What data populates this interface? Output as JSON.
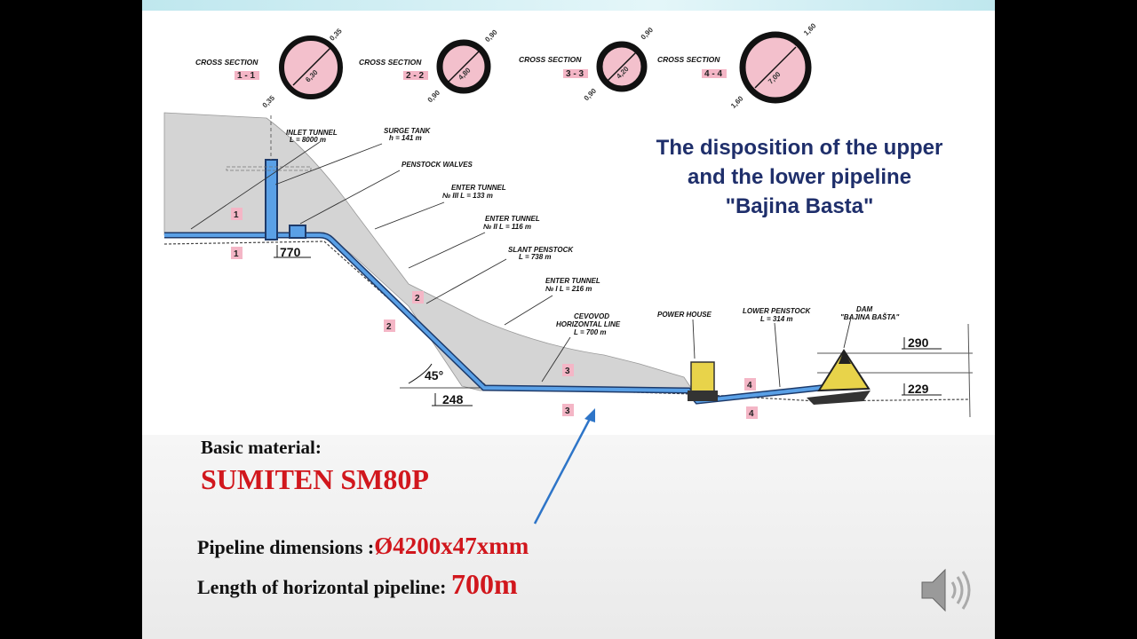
{
  "slide": {
    "title_lines": [
      "The disposition of the upper",
      "and the lower pipeline",
      "\"Bajina Basta\""
    ],
    "basic_material_label": "Basic material:",
    "basic_material_value": "SUMITEN SM80P",
    "pipeline_dimensions_label": "Pipeline dimensions :",
    "pipeline_dimensions_value": "Ø4200x47xmm",
    "horizontal_length_label": "Length of horizontal pipeline: ",
    "horizontal_length_value": "700m"
  },
  "cross_sections": [
    {
      "label": "CROSS SECTION",
      "id": "1 - 1",
      "diameter": "6,30",
      "thickness_top": "0,35",
      "thickness_bottom": "0,35"
    },
    {
      "label": "CROSS SECTION",
      "id": "2 - 2",
      "diameter": "4,80",
      "thickness_top": "0,90",
      "thickness_bottom": "0,90"
    },
    {
      "label": "CROSS SECTION",
      "id": "3 - 3",
      "diameter": "4,20",
      "thickness_top": "0,90",
      "thickness_bottom": "0,90"
    },
    {
      "label": "CROSS SECTION",
      "id": "4 - 4",
      "diameter": "7,00",
      "thickness_top": "1,60",
      "thickness_bottom": "1,60"
    }
  ],
  "diagram": {
    "labels": {
      "inlet_tunnel": "INLET TUNNEL",
      "inlet_tunnel_len": "L = 8000 m",
      "surge_tank": "SURGE TANK",
      "surge_tank_h": "h = 141 m",
      "penstock_valves": "PENSTOCK WALVES",
      "enter_tunnel_3": "ENTER TUNNEL",
      "enter_tunnel_3_info": "№ III   L = 133 m",
      "enter_tunnel_2": "ENTER TUNNEL",
      "enter_tunnel_2_info": "№ II   L = 116 m",
      "slant_penstock": "SLANT PENSTOCK",
      "slant_penstock_len": "L = 738 m",
      "enter_tunnel_1": "ENTER TUNNEL",
      "enter_tunnel_1_info": "№ I   L = 216 m",
      "cevovod": "CEVOVOD",
      "horizontal_line": "HORIZONTAL LINE",
      "horizontal_line_len": "L = 700 m",
      "power_house": "POWER HOUSE",
      "lower_penstock": "LOWER PENSTOCK",
      "lower_penstock_len": "L = 314 m",
      "dam": "DAM",
      "dam_name": "\"BAJINA BAŠTA\""
    },
    "elevations": {
      "e770": "770",
      "e248": "248",
      "e290": "290",
      "e229": "229"
    },
    "angle": "45°",
    "section_markers": [
      "1",
      "1",
      "2",
      "2",
      "3",
      "3",
      "4",
      "4"
    ]
  },
  "colors": {
    "title": "#1f2f6b",
    "accent_red": "#d1171d",
    "pipe": "#3b7fc9",
    "terrain": "#d4d4d4",
    "arrow": "#2e75c8"
  },
  "icons": {
    "speaker": "speaker-icon"
  }
}
